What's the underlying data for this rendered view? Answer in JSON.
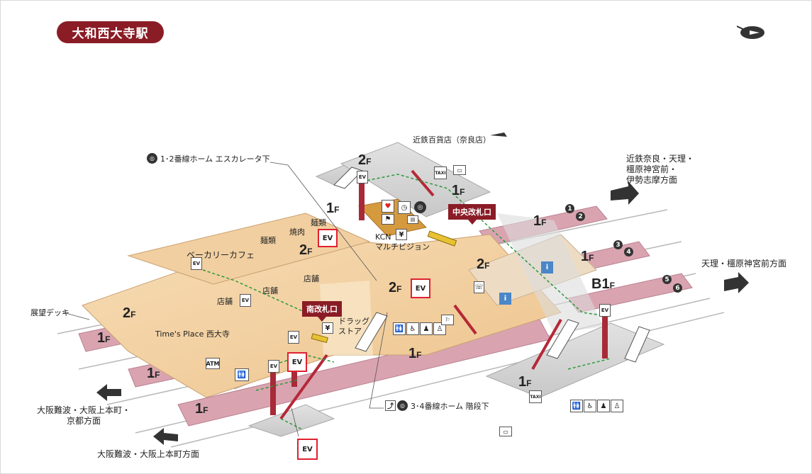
{
  "station": {
    "name": "大和西大寺駅"
  },
  "compass": {
    "icon": "compass-north-icon"
  },
  "destinations": {
    "nara": {
      "lines": [
        "近鉄奈良・天理・",
        "橿原神宮前・",
        "伊勢志摩方面"
      ]
    },
    "tenri": {
      "text": "天理・橿原神宮前方面"
    },
    "osaka_kyoto": {
      "lines": [
        "大阪難波・大阪上本町・",
        "京都方面"
      ]
    },
    "osaka": {
      "text": "大阪難波・大阪上本町方面"
    },
    "dept_store": {
      "text": "近鉄百貨店（奈良店）"
    }
  },
  "annotations": {
    "escalator_12": "1･2番線ホーム エスカレータ下",
    "stairs_34": "3･4番線ホーム 階段下",
    "observation_deck": "展望デッキ"
  },
  "gates": {
    "central": "中央改札口",
    "south": "南改札口"
  },
  "shops": {
    "bakery_cafe": "ベーカリーカフェ",
    "noodles_a": "麺類",
    "noodles_b": "麺類",
    "yakiniku": "焼肉",
    "shop_a": "店舗",
    "shop_b": "店舗",
    "shop_c": "店舗",
    "drugstore": [
      "ドラッグ",
      "ストア"
    ],
    "kcn": [
      "KCN",
      "マルチビジョン"
    ],
    "times_place": "Time's Place 西大寺"
  },
  "floors": {
    "f2_top": {
      "num": "2",
      "unit": "F"
    },
    "f1_top": {
      "num": "1",
      "unit": "F"
    },
    "f1_left_upper": {
      "num": "1",
      "unit": "F"
    },
    "f2_mid": {
      "num": "2",
      "unit": "F"
    },
    "f2_right": {
      "num": "2",
      "unit": "F"
    },
    "f2_center": {
      "num": "2",
      "unit": "F"
    },
    "f2_left": {
      "num": "2",
      "unit": "F"
    },
    "f1_plat12": {
      "num": "1",
      "unit": "F"
    },
    "f1_plat34": {
      "num": "1",
      "unit": "F"
    },
    "fb1_plat56": {
      "num": "B1",
      "unit": "F"
    },
    "f1_left_a": {
      "num": "1",
      "unit": "F"
    },
    "f1_left_b": {
      "num": "1",
      "unit": "F"
    },
    "f1_left_c": {
      "num": "1",
      "unit": "F"
    },
    "f1_bottom": {
      "num": "1",
      "unit": "F"
    },
    "f1_right_bottom": {
      "num": "1",
      "unit": "F"
    }
  },
  "platforms": [
    "1",
    "2",
    "3",
    "4",
    "5",
    "6"
  ],
  "icons": {
    "atm": "ATM",
    "yen": "¥",
    "taxi": "TAXI",
    "restroom": "🚻",
    "accessible": "♿",
    "elevator": "EV"
  },
  "colors": {
    "brand": "#8a1c26",
    "platform": "#d9a4b0",
    "concourse": "#f3d3a6",
    "ground": "#d5d5d5",
    "highlight": "#e02030",
    "route": "#2a9a3a"
  }
}
